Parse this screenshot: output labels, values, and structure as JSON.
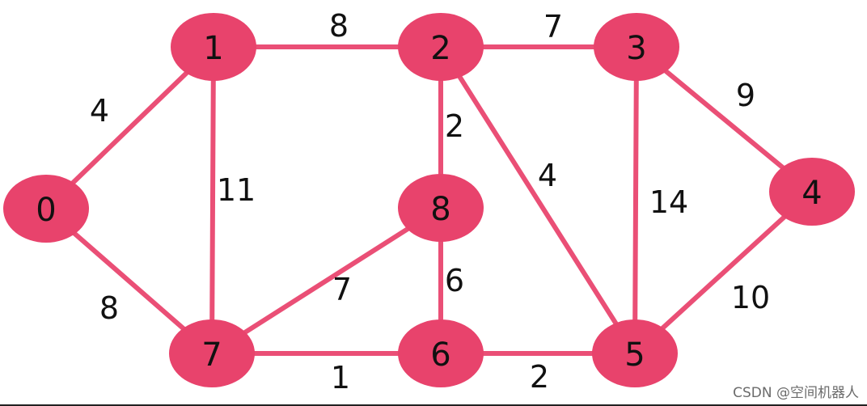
{
  "colors": {
    "node": "#e8436c",
    "edge": "#ea4f76",
    "text": "#111111"
  },
  "graph": {
    "nodes": [
      {
        "id": "0",
        "label": "0"
      },
      {
        "id": "1",
        "label": "1"
      },
      {
        "id": "2",
        "label": "2"
      },
      {
        "id": "3",
        "label": "3"
      },
      {
        "id": "4",
        "label": "4"
      },
      {
        "id": "5",
        "label": "5"
      },
      {
        "id": "6",
        "label": "6"
      },
      {
        "id": "7",
        "label": "7"
      },
      {
        "id": "8",
        "label": "8"
      }
    ],
    "edges": [
      {
        "from": "0",
        "to": "1",
        "weight": "4"
      },
      {
        "from": "0",
        "to": "7",
        "weight": "8"
      },
      {
        "from": "1",
        "to": "2",
        "weight": "8"
      },
      {
        "from": "1",
        "to": "7",
        "weight": "11"
      },
      {
        "from": "2",
        "to": "3",
        "weight": "7"
      },
      {
        "from": "2",
        "to": "8",
        "weight": "2"
      },
      {
        "from": "2",
        "to": "5",
        "weight": "4"
      },
      {
        "from": "3",
        "to": "4",
        "weight": "9"
      },
      {
        "from": "3",
        "to": "5",
        "weight": "14"
      },
      {
        "from": "4",
        "to": "5",
        "weight": "10"
      },
      {
        "from": "5",
        "to": "6",
        "weight": "2"
      },
      {
        "from": "6",
        "to": "7",
        "weight": "1"
      },
      {
        "from": "6",
        "to": "8",
        "weight": "6"
      },
      {
        "from": "7",
        "to": "8",
        "weight": "7"
      }
    ]
  },
  "watermark": {
    "text": "CSDN @空间机器人"
  }
}
